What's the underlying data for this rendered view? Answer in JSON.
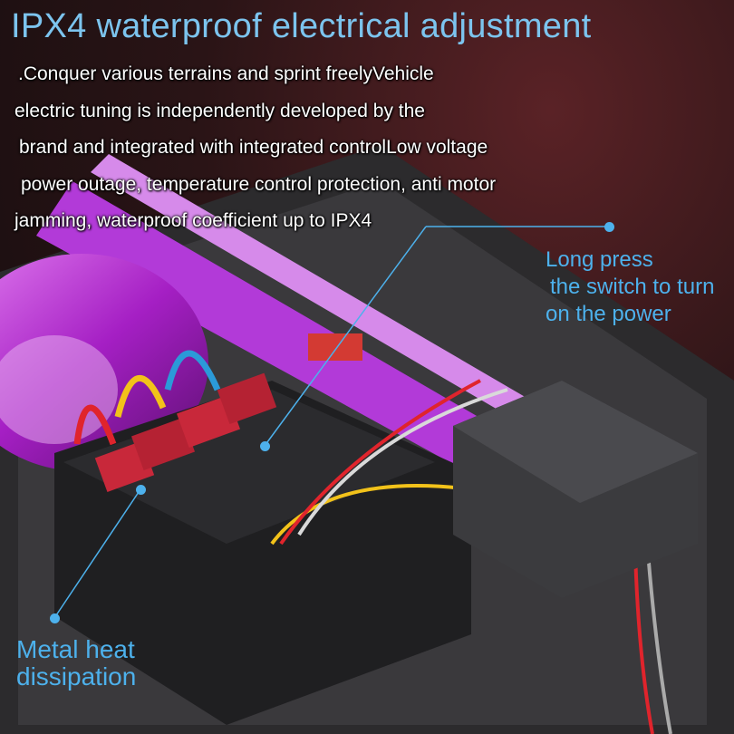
{
  "title": "IPX4 waterproof electrical adjustment",
  "description": [
    ".Conquer various terrains and sprint freelyVehicle",
    "electric tuning is independently developed by the",
    "brand and integrated with integrated controlLow voltage",
    "power outage, temperature control protection, anti motor",
    "jamming, waterproof coefficient up to IPX4"
  ],
  "callouts": {
    "switch": [
      "Long press",
      "the switch to turn",
      "on the power"
    ],
    "heatsink": [
      "Metal heat",
      "dissipation"
    ]
  },
  "colors": {
    "accent": "#4db1ec",
    "motor": "#c23ce0",
    "heatsink": "#c8283a"
  }
}
